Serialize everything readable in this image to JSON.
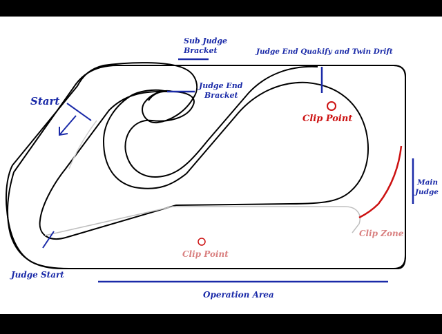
{
  "labels": {
    "sub_judge_bracket": [
      "Sub Judge",
      "Bracket"
    ],
    "judge_end_qualify": "Judge End Quakify and Twin Drift",
    "judge_end_bracket": [
      "Judge End",
      "Bracket"
    ],
    "start": "Start",
    "clip_point_top": "Clip Point",
    "main_judge": [
      "Main",
      "Judge"
    ],
    "clip_zone": "Clip Zone",
    "clip_point_bottom": "Clip Point",
    "judge_start": "Judge Start",
    "operation_area": "Operation Area"
  },
  "colors": {
    "background": "#ffffff",
    "letterbox": "#000000",
    "track_line": "#000000",
    "judge_marker": "#1a2aa8",
    "clip_red": "#cc1111",
    "clip_faded": "#d98080"
  }
}
